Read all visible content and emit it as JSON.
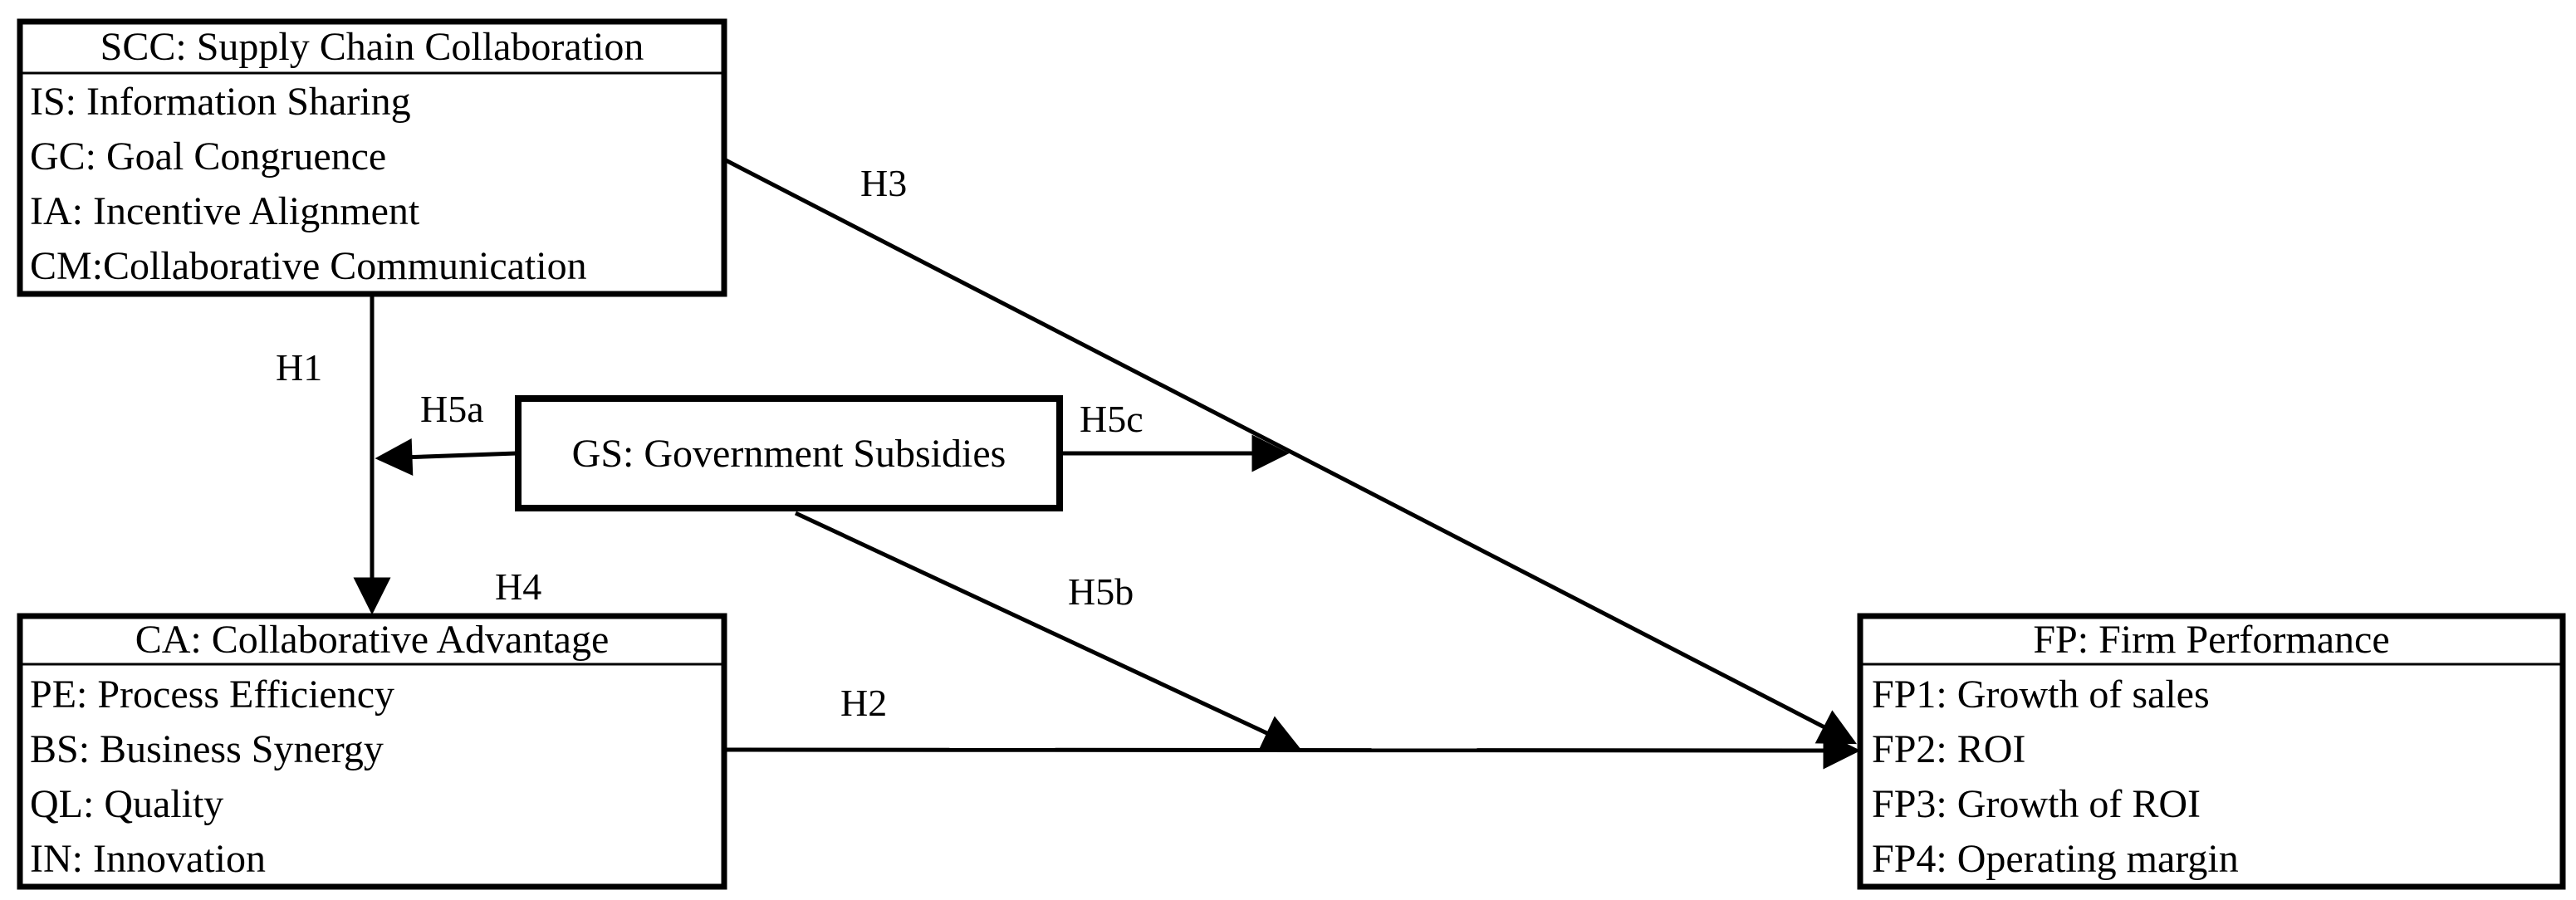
{
  "nodes": {
    "scc": {
      "title": "SCC: Supply Chain Collaboration",
      "items": [
        "IS: Information Sharing",
        "GC: Goal Congruence",
        "IA: Incentive Alignment",
        "CM:Collaborative Communication"
      ]
    },
    "ca": {
      "title": "CA: Collaborative Advantage",
      "items": [
        "PE: Process Efficiency",
        "BS: Business Synergy",
        "QL: Quality",
        "IN: Innovation"
      ]
    },
    "fp": {
      "title": "FP: Firm Performance",
      "items": [
        "FP1: Growth of sales",
        "FP2: ROI",
        "FP3: Growth of ROI",
        "FP4: Operating margin"
      ]
    },
    "gs": {
      "title": "GS: Government Subsidies"
    }
  },
  "edges": {
    "h1": "H1",
    "h2": "H2",
    "h3": "H3",
    "h4": "H4",
    "h5a": "H5a",
    "h5b": "H5b",
    "h5c": "H5c"
  }
}
